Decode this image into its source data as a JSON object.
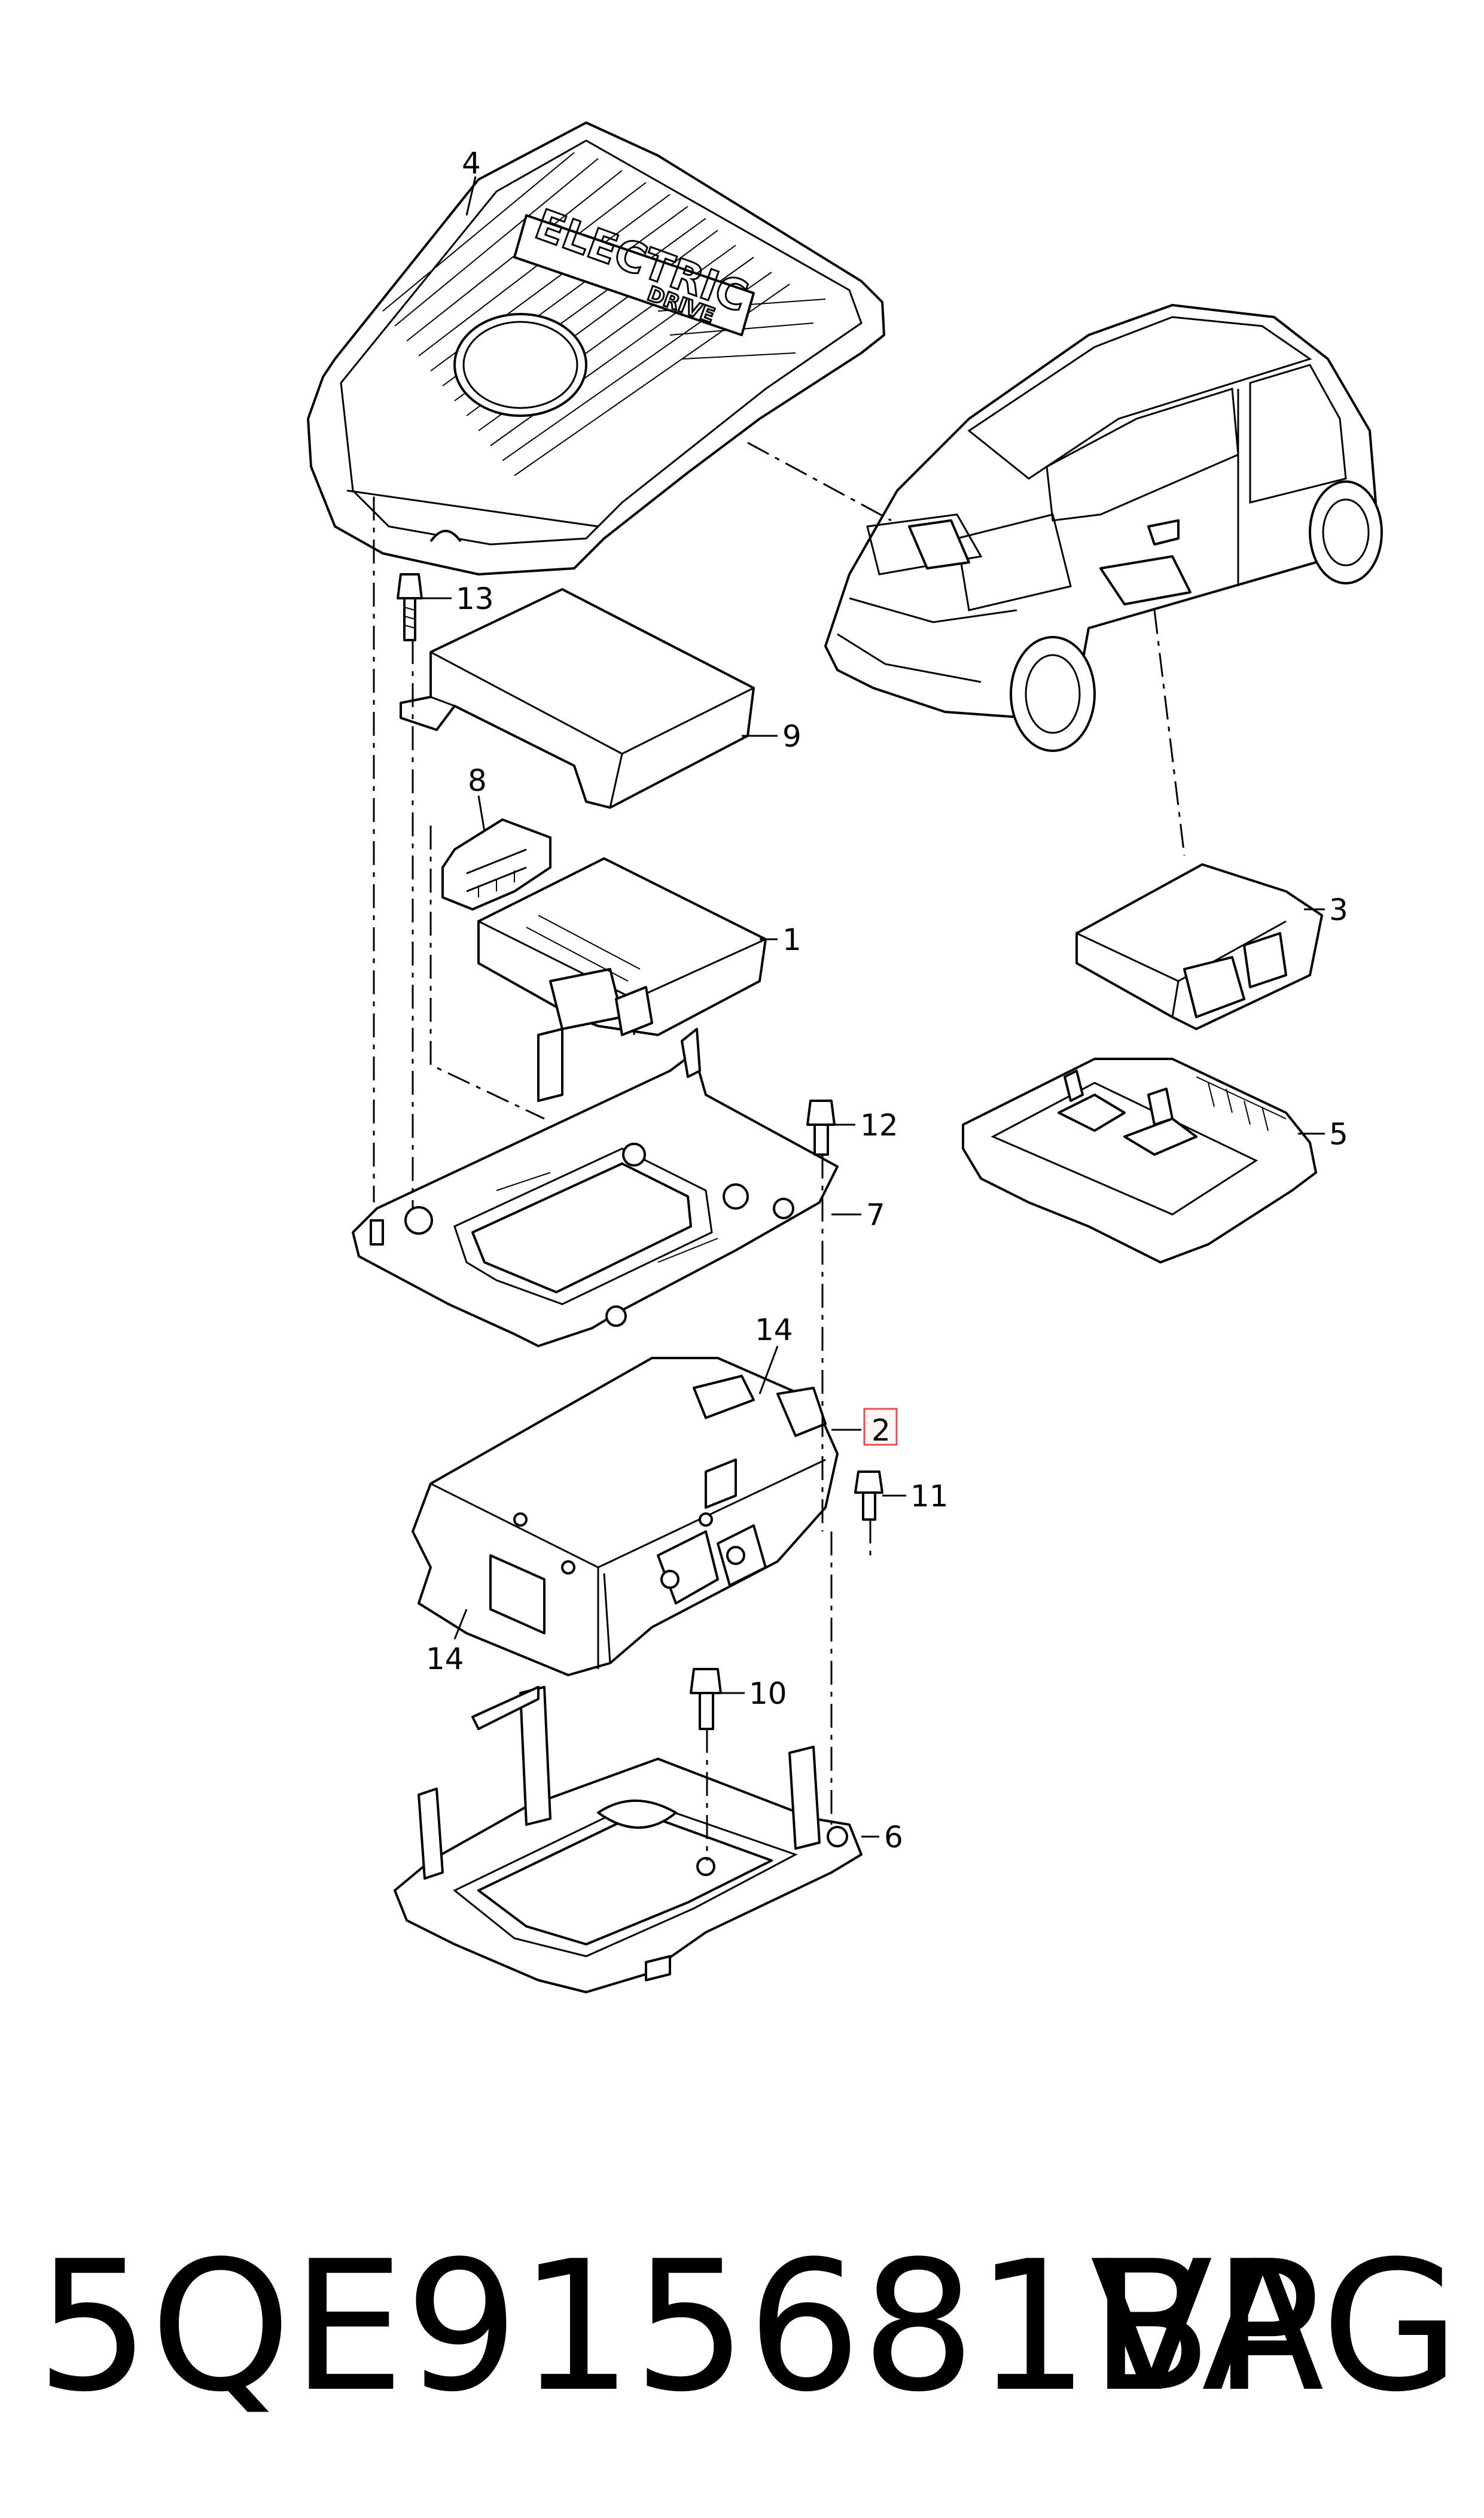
{
  "diagram": {
    "cover_emboss_line1": "ELECTRIC",
    "cover_emboss_line2": "DRIVE",
    "callouts": {
      "c1": "1",
      "c2": "2",
      "c3": "3",
      "c4": "4",
      "c5": "5",
      "c6": "6",
      "c7": "7",
      "c8": "8",
      "c9": "9",
      "c10": "10",
      "c11": "11",
      "c12": "12",
      "c13": "13",
      "c14a": "14",
      "c14b": "14"
    },
    "highlighted_callout": "2",
    "highlight_color": "#e05050"
  },
  "footer": {
    "part_number": "5QE915681BP",
    "brand": "VAG"
  }
}
